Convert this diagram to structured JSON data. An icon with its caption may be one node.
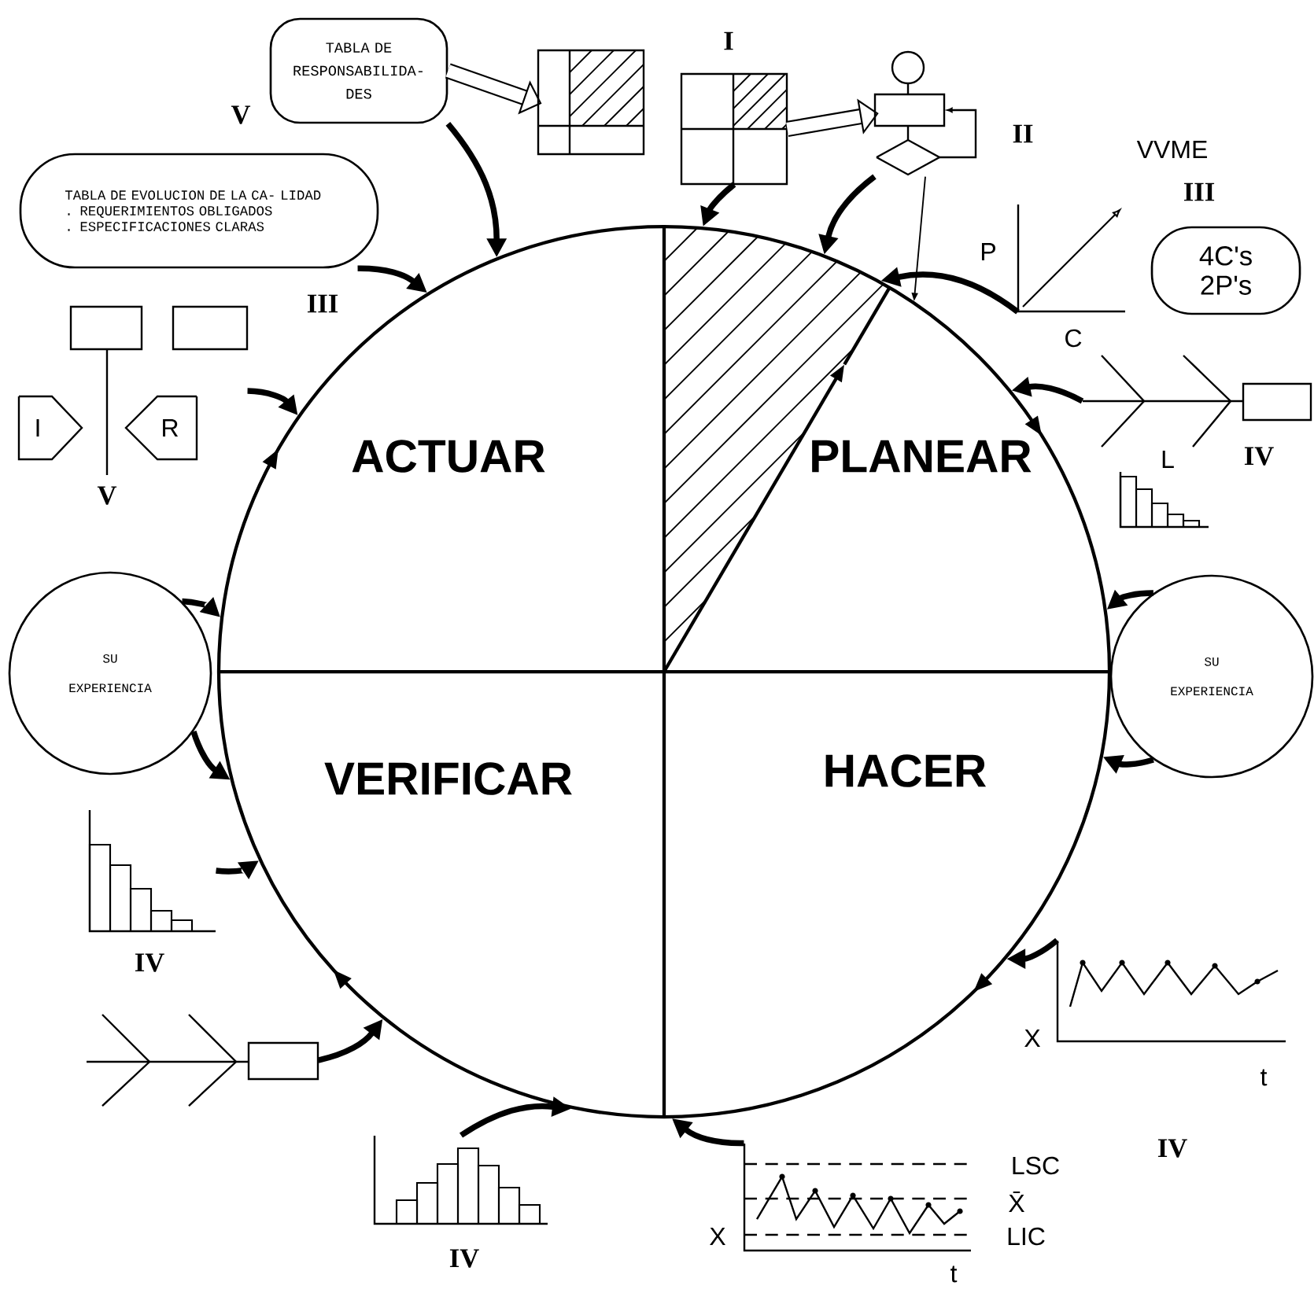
{
  "diagram": {
    "nodes": [
      {
        "text": [
          "ACTUAR",
          "PLANEAR",
          "VERIFICAR",
          "HACER"
        ]
      },
      {
        "text": [
          "TABLA DE RESPONSABILIDA- DES"
        ]
      },
      {
        "text": [],
        "shape": "picture"
      },
      {
        "text": [],
        "shape": "picture"
      },
      {
        "text": [],
        "shape": "picture"
      },
      {
        "text": [
          "TABLA DE EVOLUCION DE LA CA- LIDAD",
          ". REQUERIMIENTOS OBLIGADOS",
          ". ESPECIFICACIONES CLARAS"
        ]
      },
      {
        "text": [],
        "shape": "picture"
      },
      {
        "text": [
          "4C's 2P's"
        ]
      },
      {
        "text": [],
        "shape": "picture"
      },
      {
        "text": [],
        "shape": "picture"
      },
      {
        "text": [],
        "shape": "picture"
      },
      {
        "text": [
          "SU EXPERIENCIA"
        ]
      },
      {
        "text": [
          "SU EXPERIENCIA"
        ]
      },
      {
        "text": [],
        "shape": "picture"
      },
      {
        "text": [],
        "shape": "picture"
      },
      {
        "text": [],
        "shape": "picture"
      },
      {
        "text": [],
        "shape": "picture"
      },
      {
        "text": [],
        "shape": "picture"
      }
    ],
    "edges": [
      {
        "from": 1,
        "to": 2,
        "arrow": "to",
        "style": "thick"
      },
      {
        "from": 3,
        "to": 4,
        "arrow": "to",
        "style": "thick"
      },
      {
        "from": 1,
        "to": 0,
        "arrow": "to"
      },
      {
        "from": 5,
        "to": 0,
        "arrow": "to"
      },
      {
        "from": 8,
        "to": 0,
        "arrow": "to"
      },
      {
        "from": 11,
        "to": 0,
        "arrow": "to"
      },
      {
        "from": 11,
        "to": 0,
        "arrow": "to"
      },
      {
        "from": 13,
        "to": 0,
        "arrow": "to"
      },
      {
        "from": 15,
        "to": 0,
        "arrow": "to"
      },
      {
        "from": 16,
        "to": 0,
        "arrow": "to"
      },
      {
        "from": 17,
        "to": 0,
        "arrow": "to"
      },
      {
        "from": 14,
        "to": 0,
        "arrow": "to"
      },
      {
        "from": 12,
        "to": 0,
        "arrow": "to"
      },
      {
        "from": 12,
        "to": 0,
        "arrow": "to"
      },
      {
        "from": 9,
        "to": 0,
        "arrow": "to"
      },
      {
        "from": 6,
        "to": 0,
        "arrow": "to"
      },
      {
        "from": 4,
        "to": 0,
        "arrow": "to"
      },
      {
        "from": 4,
        "to": 0,
        "arrow": "to"
      },
      {
        "from": 3,
        "to": 0,
        "arrow": "to"
      }
    ],
    "labels": [
      "I",
      "V",
      "II",
      "VVME",
      "III",
      "P",
      "III",
      "C",
      "I",
      "R",
      "L",
      "IV",
      "V",
      "IV",
      "X",
      "t",
      "IV",
      "LSC",
      "X̄",
      "LIC",
      "X",
      "t",
      "IV"
    ]
  }
}
